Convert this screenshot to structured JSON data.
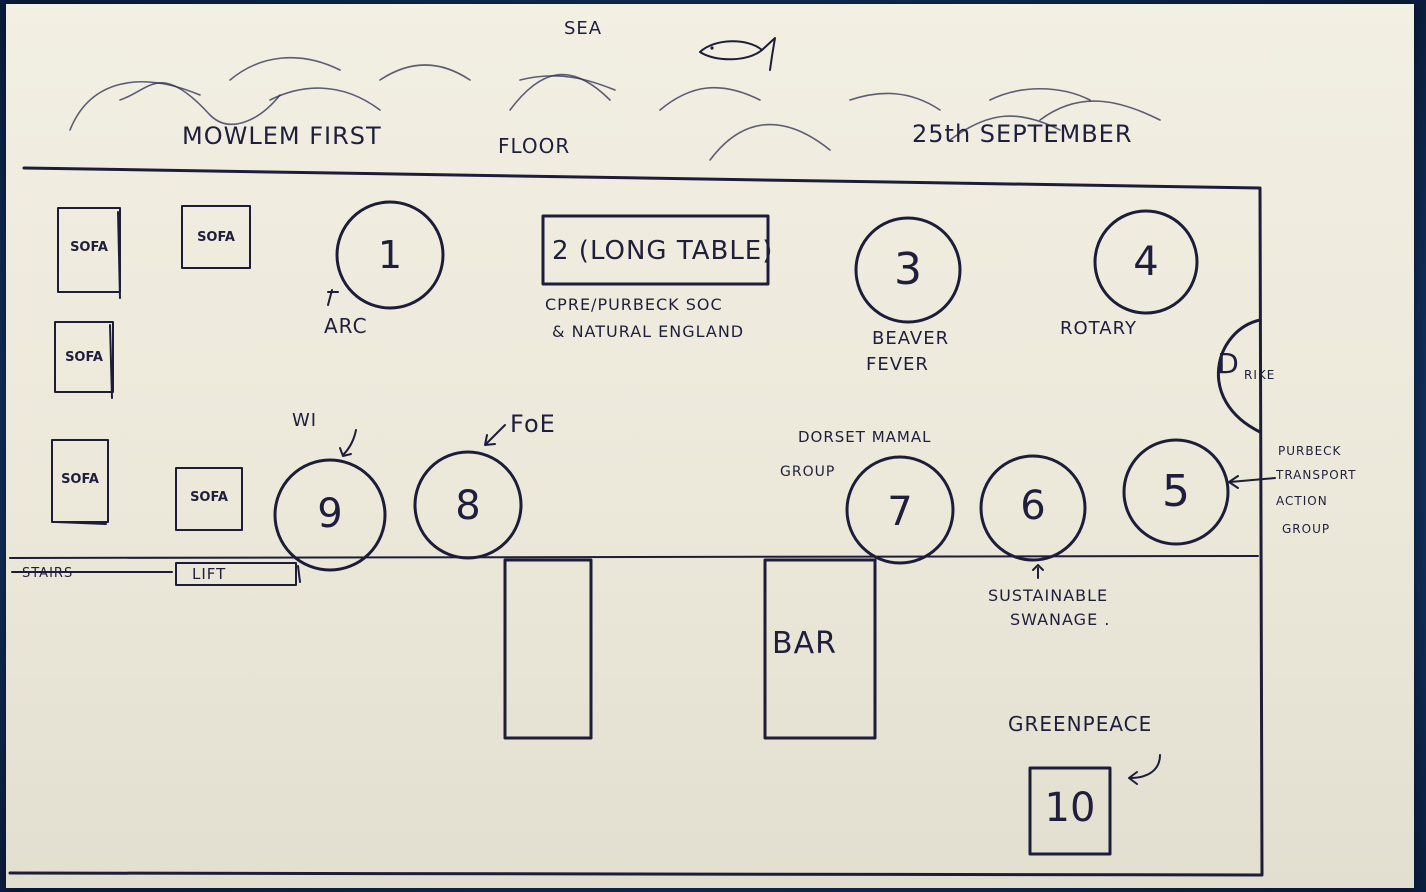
{
  "header": {
    "sea": "SEA",
    "venue": "MOWLEM FIRST",
    "floor": "FLOOR",
    "date": "25th SEPTEMBER"
  },
  "furniture": {
    "sofa": "SOFA",
    "stairs": "STAIRS",
    "lift": "LIFT",
    "bar": "BAR"
  },
  "tables": [
    {
      "number": "1",
      "label": "ARC"
    },
    {
      "number": "2 (LONG TABLE)",
      "label": "CPRE/PURBECK SOC",
      "label2": "& NATURAL ENGLAND"
    },
    {
      "number": "3",
      "label": "BEAVER",
      "label2": "FEVER"
    },
    {
      "number": "4",
      "label": "ROTARY"
    },
    {
      "number": "5",
      "label": "PURBECK",
      "label2": "TRANSPORT",
      "label3": "ACTION",
      "label4": "GROUP"
    },
    {
      "number": "6",
      "label": "SUSTAINABLE",
      "label2": "SWANAGE ."
    },
    {
      "number": "7",
      "label": "DORSET MAMAL",
      "label2": "GROUP"
    },
    {
      "number": "8",
      "label": "FoE"
    },
    {
      "number": "9",
      "label": "WI"
    },
    {
      "number": "10",
      "label": "GREENPEACE"
    }
  ],
  "door": {
    "symbol": "D",
    "label": "RIKE"
  }
}
